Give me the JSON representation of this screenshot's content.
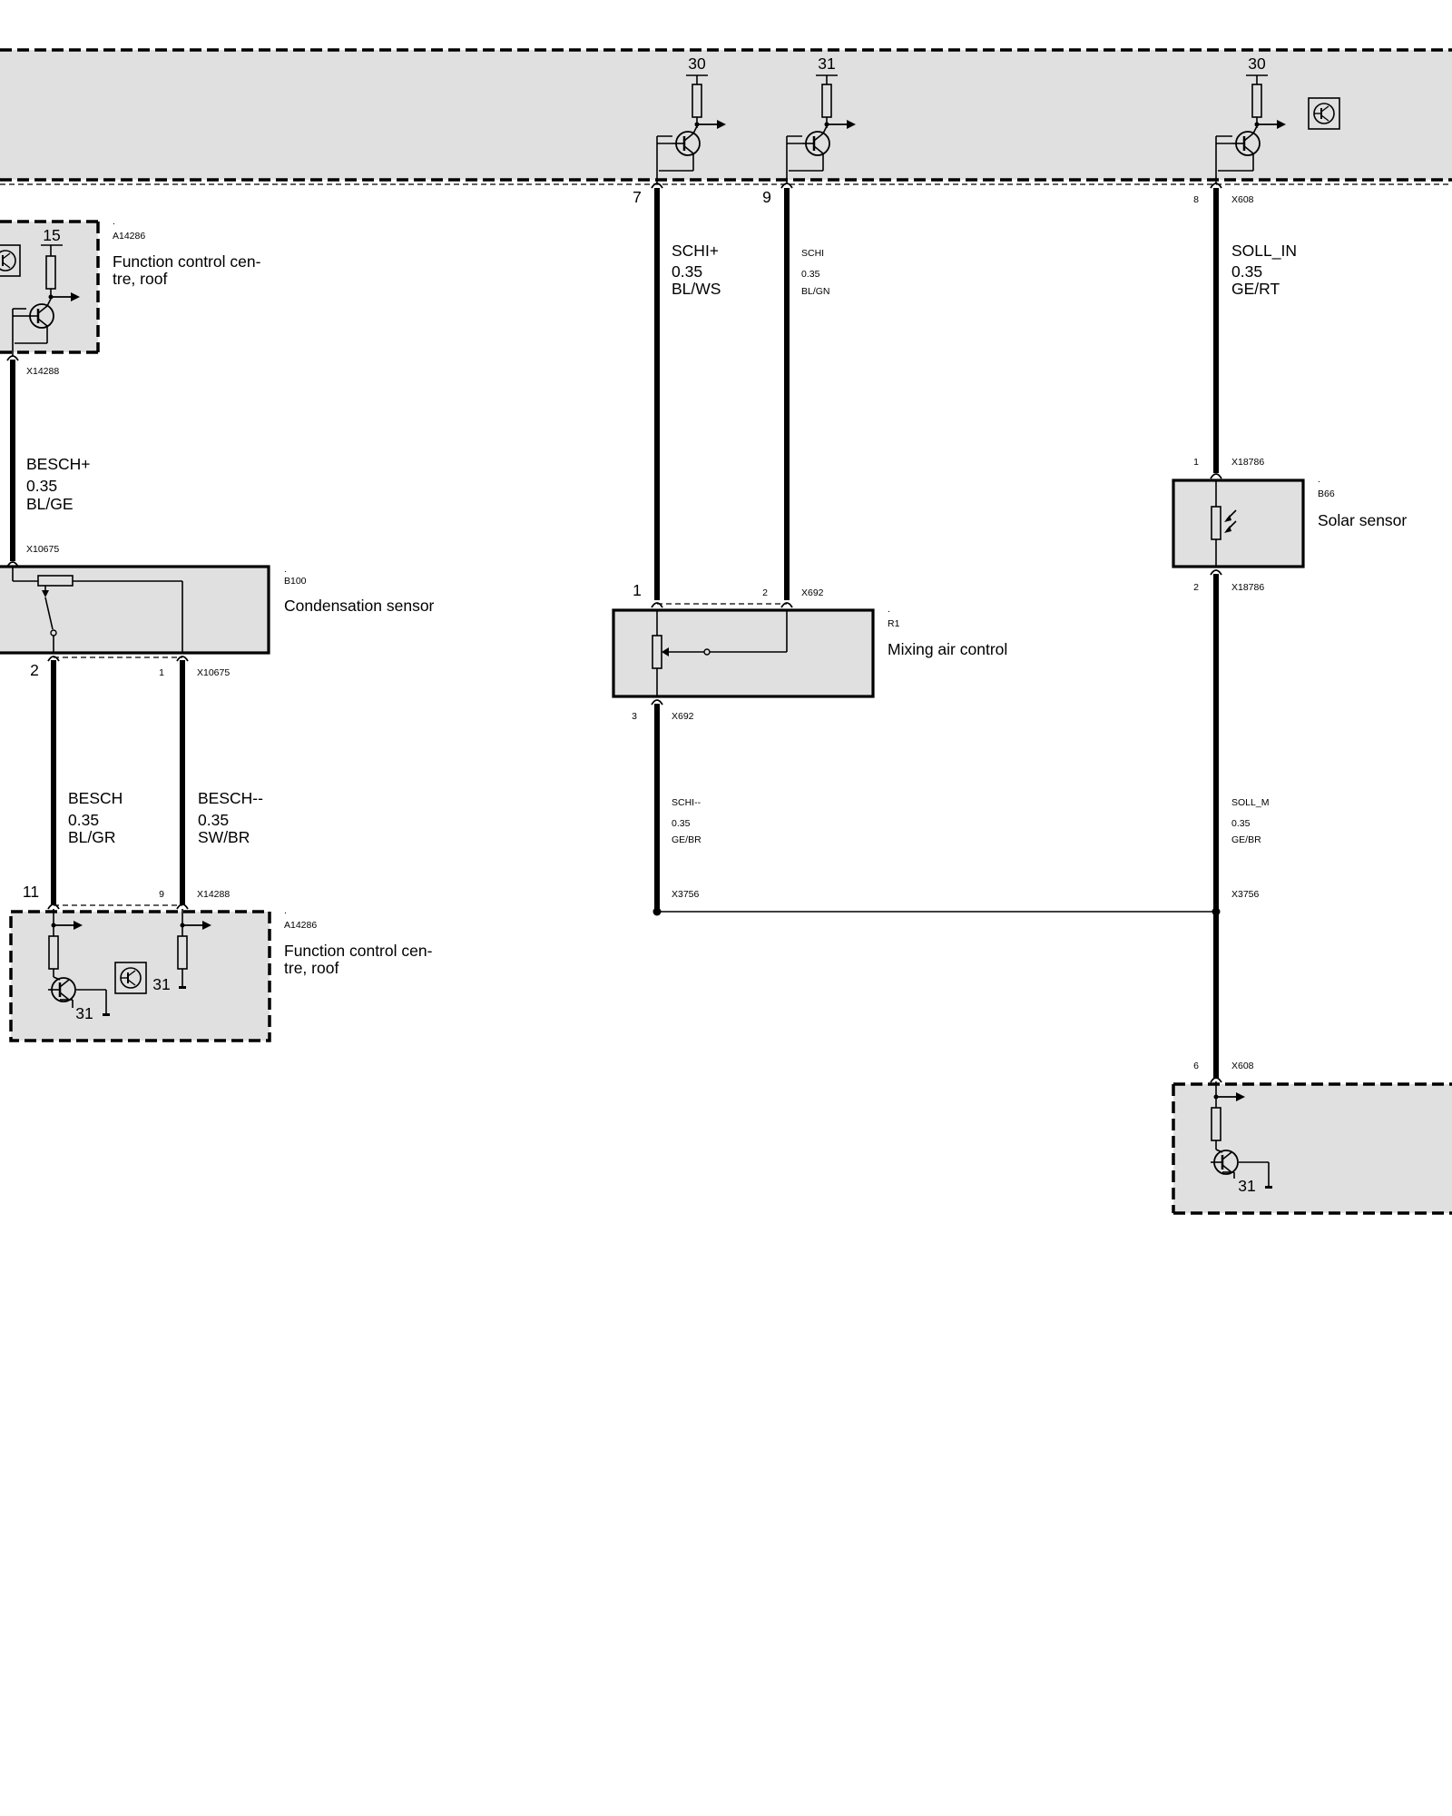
{
  "supply_labels": {
    "s30_a": "30",
    "s31": "31",
    "s30_b": "30",
    "s15": "15"
  },
  "ground_labels": {
    "g1": "31",
    "g2": "31",
    "g3": "31"
  },
  "components": {
    "fcc_top": {
      "dot": ".",
      "ref": "A14286",
      "name": [
        "Function control cen-",
        "tre, roof"
      ]
    },
    "fcc_bottom": {
      "dot": ".",
      "ref": "A14286",
      "name": [
        "Function control cen-",
        "tre, roof"
      ]
    },
    "condensation": {
      "dot": ".",
      "ref": "B100",
      "name": "Condensation sensor"
    },
    "mixing": {
      "dot": ".",
      "ref": "R1",
      "name": "Mixing air control"
    },
    "solar": {
      "dot": ".",
      "ref": "B66",
      "name": "Solar sensor"
    }
  },
  "connectors": {
    "x14288_top": "X14288",
    "x10675_top": "X10675",
    "x10675_bottom": "X10675",
    "x14288_bottom": "X14288",
    "x692_top": "X692",
    "x692_bottom": "X692",
    "x608_top": "X608",
    "x18786_top": "X18786",
    "x18786_bottom": "X18786",
    "x3756_left": "X3756",
    "x3756_right": "X3756",
    "x608_bottom": "X608"
  },
  "pins": {
    "p7": "7",
    "p9": "9",
    "p8": "8",
    "p1_solar": "1",
    "p1_mix": "1",
    "p2_mix": "2",
    "p2_solar": "2",
    "p2_cond": "2",
    "p1_cond": "1",
    "p3_mix": "3",
    "p11": "11",
    "p9_bottom": "9",
    "p6": "6"
  },
  "wires": {
    "besch_plus": {
      "name": "BESCH+",
      "size": "0.35",
      "color": "BL/GE"
    },
    "schi_plus": {
      "name": "SCHI+",
      "size": "0.35",
      "color": "BL/WS"
    },
    "schi": {
      "name": "SCHI",
      "size": "0.35",
      "color": "BL/GN"
    },
    "soll_in": {
      "name": "SOLL_IN",
      "size": "0.35",
      "color": "GE/RT"
    },
    "besch": {
      "name": "BESCH",
      "size": "0.35",
      "color": "BL/GR"
    },
    "besch_minus": {
      "name": "BESCH--",
      "size": "0.35",
      "color": "SW/BR"
    },
    "schi_minus": {
      "name": "SCHI--",
      "size": "0.35",
      "color": "GE/BR"
    },
    "soll_m": {
      "name": "SOLL_M",
      "size": "0.35",
      "color": "GE/BR"
    }
  },
  "colors": {
    "module_fill": "#e0e0e0",
    "line": "#000000",
    "background": "#ffffff"
  }
}
